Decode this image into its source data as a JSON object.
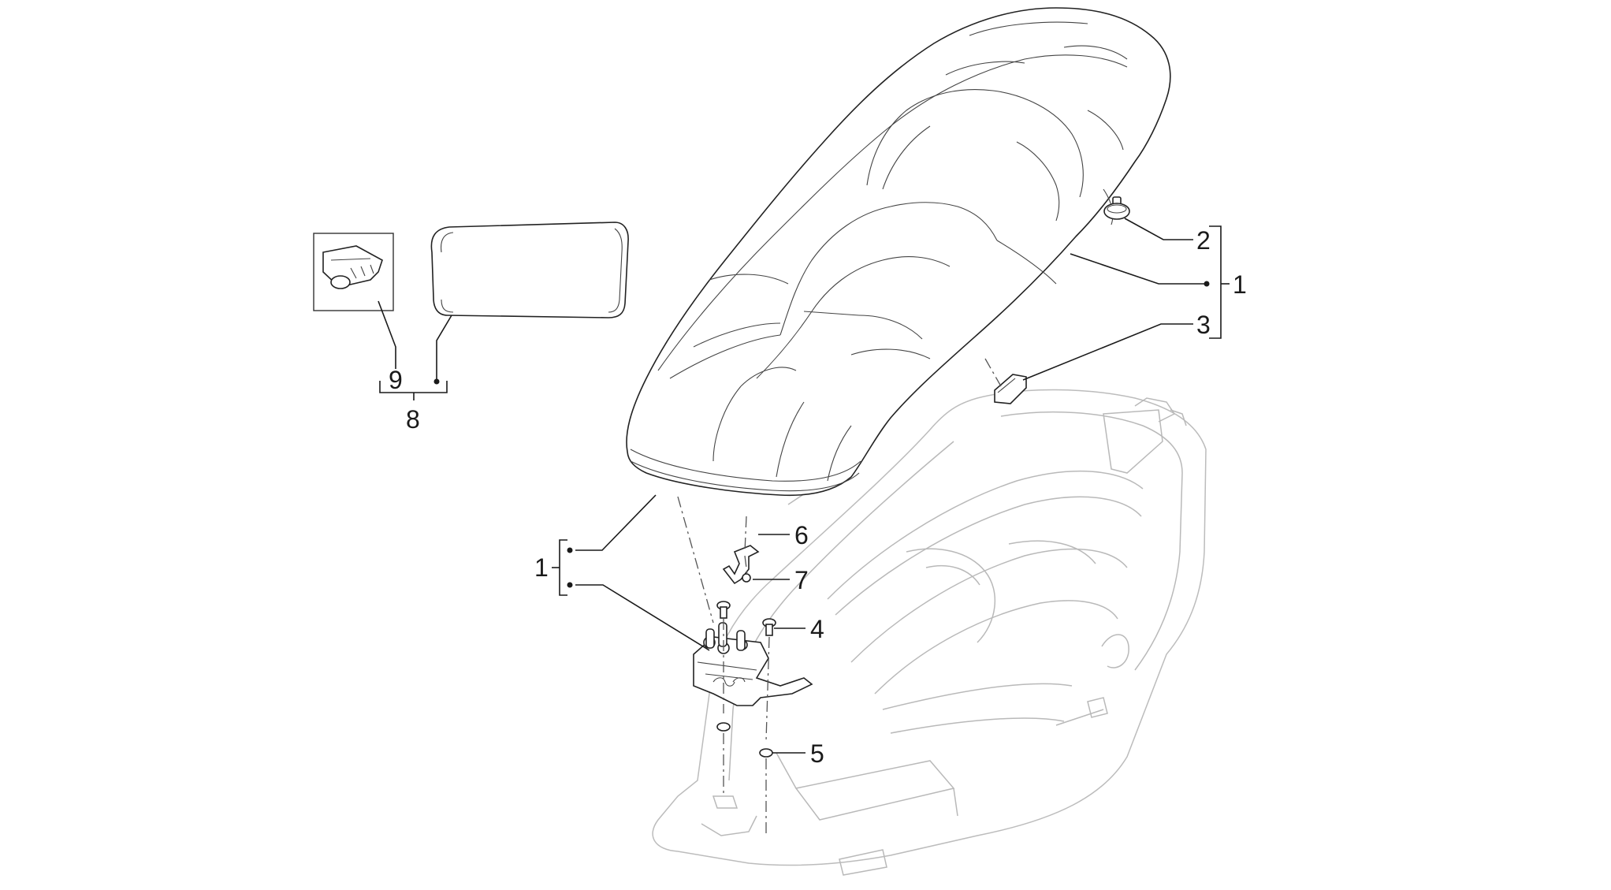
{
  "labels": {
    "l1_right": "1",
    "l2": "2",
    "l3": "3",
    "l1_left": "1",
    "l4": "4",
    "l5": "5",
    "l6": "6",
    "l7": "7",
    "l8": "8",
    "l9": "9"
  },
  "colors": {
    "line": "#1a1a1a",
    "ghost": "#b9b9b9",
    "background": "#ffffff"
  }
}
